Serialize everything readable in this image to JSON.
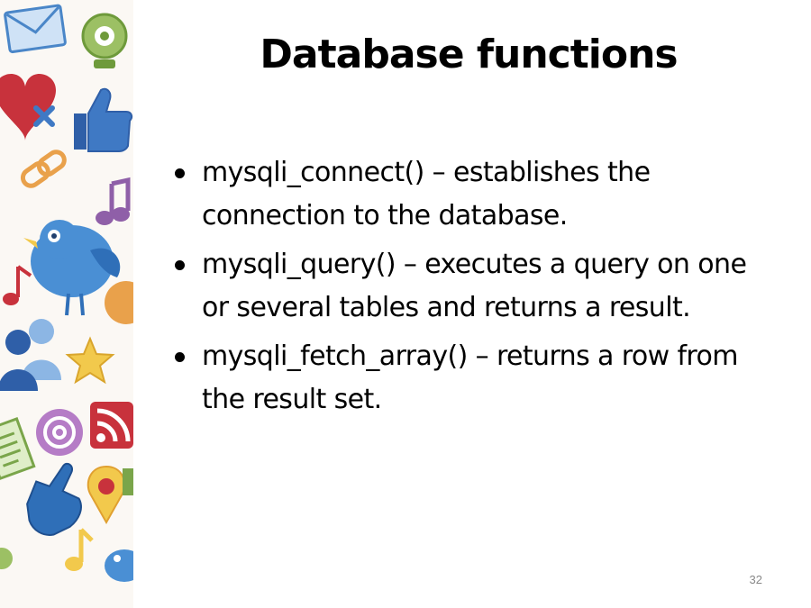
{
  "slide": {
    "title": "Database functions",
    "bullets": [
      "mysqli_connect() – establishes the connection to the database.",
      "mysqli_query() – executes a query on one or several tables and returns a result.",
      "mysqli_fetch_array() – returns a row from the result set."
    ],
    "page_number": "32"
  },
  "decoration": {
    "icons": [
      "envelope-icon",
      "webcam-icon",
      "heart-icon",
      "thumbs-up-icon",
      "chain-link-icon",
      "music-note-icon",
      "bird-icon",
      "user-group-icon",
      "star-icon",
      "at-sign-icon",
      "rss-icon",
      "document-icon",
      "pointing-hand-icon",
      "map-pin-icon"
    ],
    "colors": {
      "blue": "#3f79c4",
      "red": "#c8323c",
      "green": "#7aa54a",
      "yellow": "#f2c94c",
      "purple": "#8f5fa8",
      "orange": "#e9a14b"
    }
  }
}
